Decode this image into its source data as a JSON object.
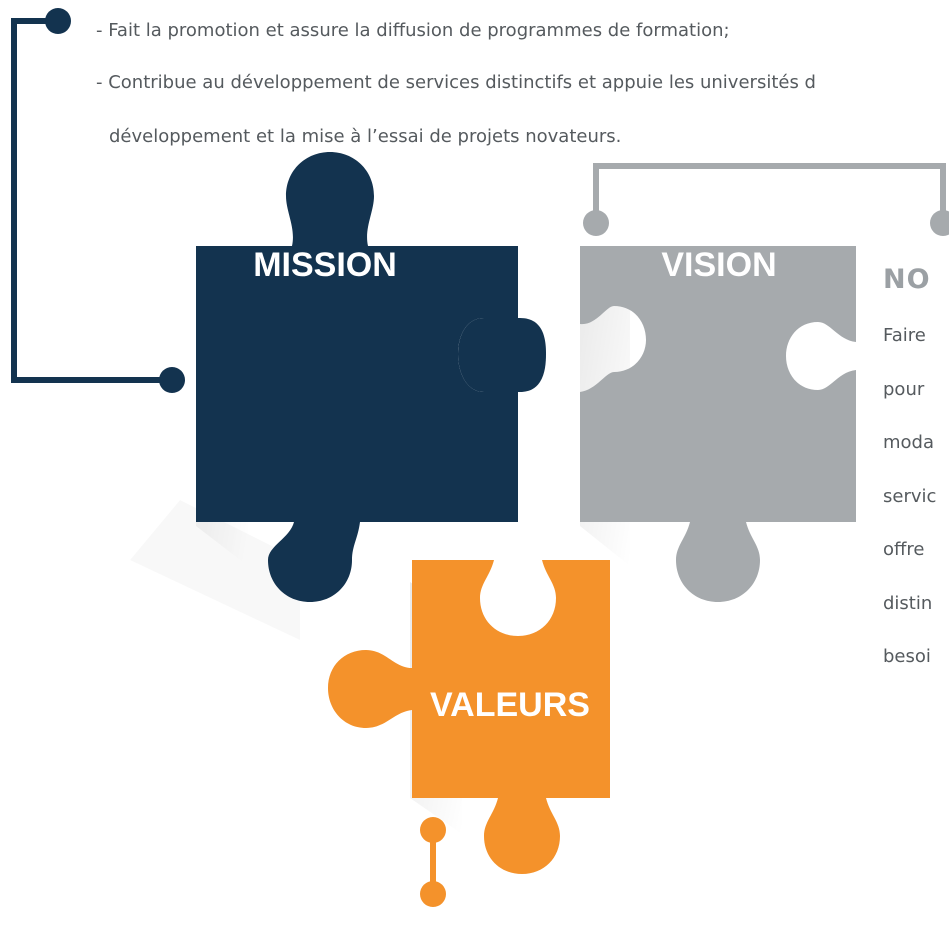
{
  "mission": {
    "title": "MISSION",
    "bullets": [
      "- Fait la promotion et assure la diffusion de programmes de formation;",
      "- Contribue au développement de services distinctifs et appuie les universités d",
      "développement et la mise à l’essai de projets novateurs."
    ]
  },
  "vision": {
    "title": "VISION",
    "heading": "NO",
    "body_lines": [
      "Faire",
      "pour",
      "moda",
      "servic",
      "offre",
      "distin",
      "besoi"
    ]
  },
  "valeurs": {
    "title": "VALEURS"
  },
  "colors": {
    "mission": "#13334f",
    "vision": "#a6aaad",
    "valeurs": "#f4922b",
    "text": "#555a5e",
    "heading_gray": "#9ba0a4"
  }
}
